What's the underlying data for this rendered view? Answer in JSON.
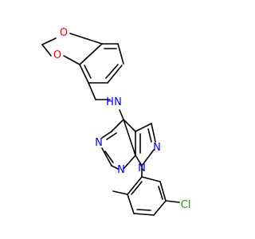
{
  "molecule": {
    "atoms": {
      "o_top": "O",
      "o_bottom": "O",
      "amine_n": "N",
      "amine_h": "H",
      "pyrazole_n1": "N",
      "pyrazole_n2": "N",
      "pyrimidine_n3": "N",
      "pyrimidine_n5": "N",
      "chlorine": "Cl"
    },
    "colors": {
      "oxygen": "#ff0000",
      "nitrogen": "#0000ff",
      "chlorine": "#00aa00",
      "bond": "#000000",
      "background": "#ffffff"
    }
  }
}
